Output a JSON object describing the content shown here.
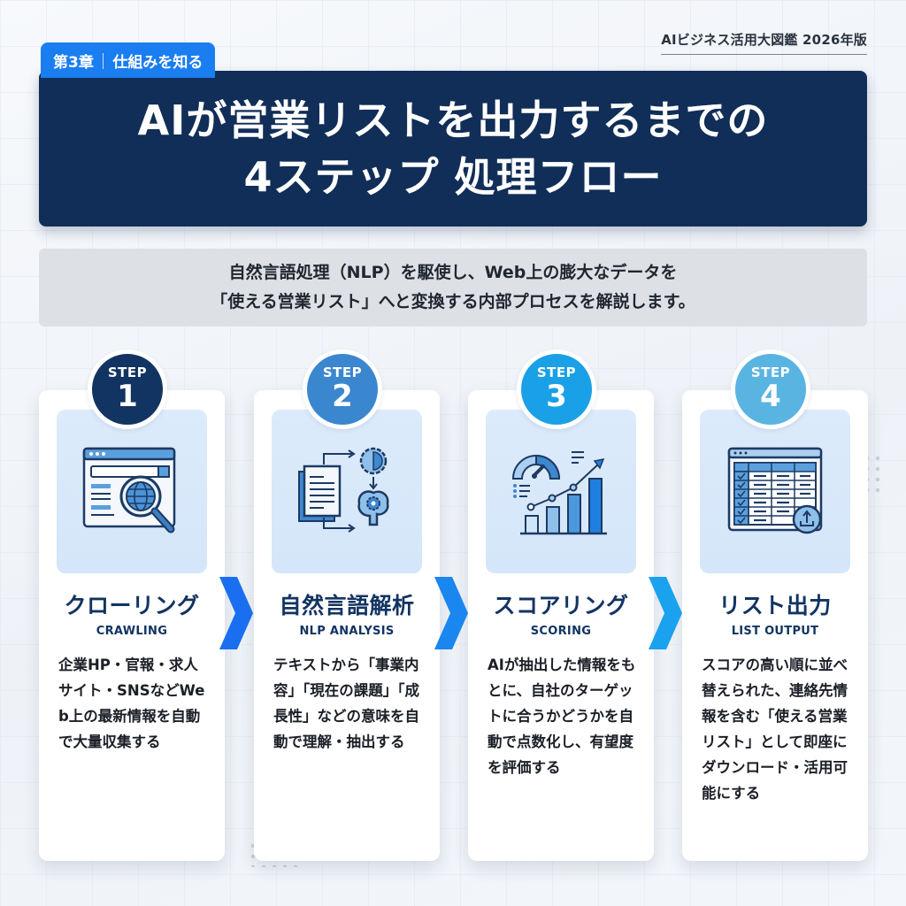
{
  "header": {
    "edition": "AIビジネス活用大図鑑 2026年版",
    "chapter_number": "第3章",
    "chapter_title": "仕組みを知る",
    "title_line1": "AIが営業リストを出力するまでの",
    "title_line2": "4ステップ 処理フロー"
  },
  "subtitle": {
    "line1": "自然言語処理（NLP）を駆使し、Web上の膨大なデータを",
    "line2": "「使える営業リスト」へと変換する内部プロセスを解説します。"
  },
  "colors": {
    "banner_navy": "#112e58",
    "chapter_blue": "#1a7df0",
    "step1": "#123462",
    "step2": "#3a86cf",
    "step3": "#1aa0e6",
    "step4": "#5ab4e2",
    "arrow_blue": "#1a73f0",
    "title_text": "#123462"
  },
  "steps": [
    {
      "step_word": "STEP",
      "number": "1",
      "icon": "web-crawl-magnifier-globe-icon",
      "title_jp": "クローリング",
      "title_en": "CRAWLING",
      "description": "企業HP・官報・求人サイト・SNSなどWeb上の最新情報を自動で大量収集する"
    },
    {
      "step_word": "STEP",
      "number": "2",
      "icon": "document-to-brain-gear-icon",
      "title_jp": "自然言語解析",
      "title_en": "NLP ANALYSIS",
      "description": "テキストから「事業内容」「現在の課題」「成長性」などの意味を自動で理解・抽出する"
    },
    {
      "step_word": "STEP",
      "number": "3",
      "icon": "score-gauge-bar-chart-icon",
      "title_jp": "スコアリング",
      "title_en": "SCORING",
      "description": "AIが抽出した情報をもとに、自社のターゲットに合うかどうかを自動で点数化し、有望度を評価する"
    },
    {
      "step_word": "STEP",
      "number": "4",
      "icon": "table-list-export-icon",
      "title_jp": "リスト出力",
      "title_en": "LIST OUTPUT",
      "description": "スコアの高い順に並べ替えられた、連絡先情報を含む「使える営業リスト」として即座にダウンロード・活用可能にする"
    }
  ]
}
